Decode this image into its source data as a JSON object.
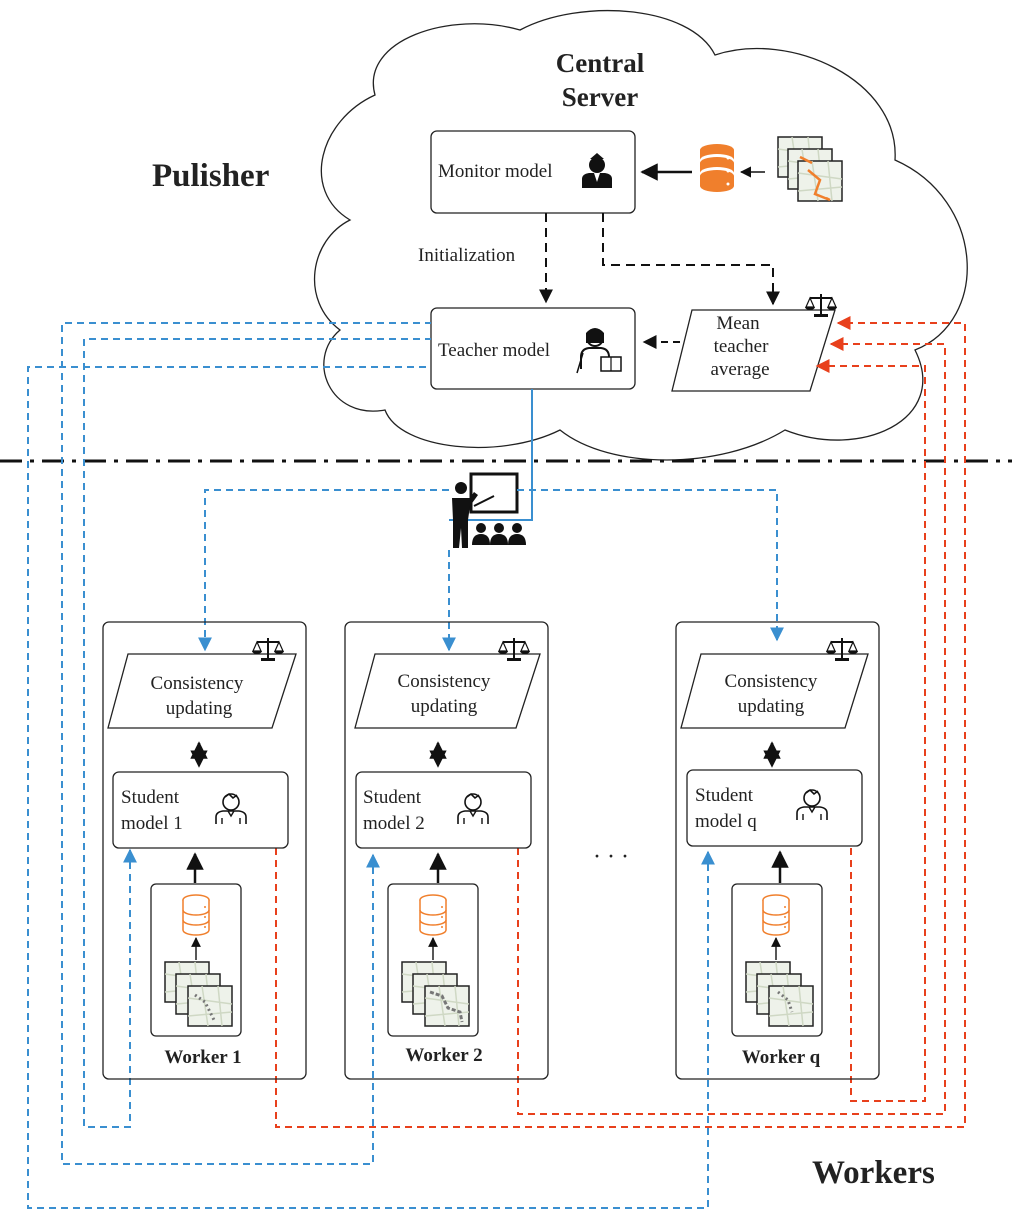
{
  "server": {
    "title_line1": "Central",
    "title_line2": "Server"
  },
  "publisher_label": "Pulisher",
  "workers_label": "Workers",
  "monitor_model": "Monitor model",
  "teacher_model": "Teacher model",
  "initialization": "Initialization",
  "mean_teacher": {
    "line1": "Mean",
    "line2": "teacher",
    "line3": "average"
  },
  "ellipsis": "· · ·",
  "workers": [
    {
      "consistency_line1": "Consistency",
      "consistency_line2": "updating",
      "student_line1": "Student",
      "student_line2": "model 1",
      "name": "Worker 1"
    },
    {
      "consistency_line1": "Consistency",
      "consistency_line2": "updating",
      "student_line1": "Student",
      "student_line2": "model 2",
      "name": "Worker 2"
    },
    {
      "consistency_line1": "Consistency",
      "consistency_line2": "updating",
      "student_line1": "Student",
      "student_line2": "model q",
      "name": "Worker q"
    }
  ],
  "colors": {
    "blue": "#3a8fd0",
    "red": "#e8401c",
    "orange": "#f07f2c",
    "black": "#111111"
  },
  "icons": [
    "monitor-person-icon",
    "database-icon",
    "map-stack-icon",
    "teacher-person-icon",
    "balance-scale-icon",
    "classroom-icon",
    "student-person-icon"
  ]
}
